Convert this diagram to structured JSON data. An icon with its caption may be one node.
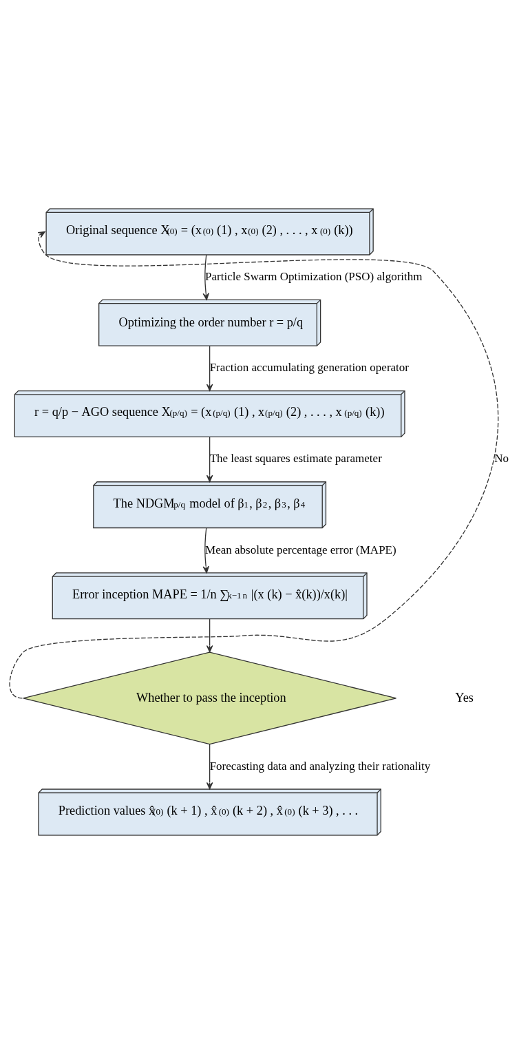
{
  "diagram": {
    "nodes": [
      {
        "text": [
          "Original sequence X$^{(0)}$ = (x$^{(0)}$ (1) , x$^{(0)}$ (2) , . . . , x$^{(0)}$ (k))"
        ]
      },
      {
        "text": [
          "Optimizing the order number r = p/q"
        ]
      },
      {
        "text": [
          "r = q/p − AGO sequence X$^{(p/q)}$ = (x$^{(p/q)}$ (1) , x$^{(p/q)}$ (2) , . . . , x$^{(p/q)}$ (k))"
        ]
      },
      {
        "text": [
          "The NDGM$^{p/q}$ model of β$_{1}$, β$_{2}$, β$_{3}$, β$_{4}$"
        ]
      },
      {
        "text": [
          "Error inception MAPE = 1/n ∑$_{k−1}$$^{n}$ |(x (k) − x̂(k))/x(k)|"
        ]
      },
      {
        "text": [
          "Whether to pass the inception"
        ]
      },
      {
        "text": [
          "Prediction values x̂$^{(0)}$ (k + 1) , x̂$^{(0)}$ (k + 2) , x̂$^{(0)}$ (k + 3) , . . ."
        ]
      }
    ],
    "edges": [
      {
        "from": 0,
        "to": 1,
        "arrow": "to",
        "label": "Particle Swarm Optimization (PSO) algorithm"
      },
      {
        "from": 1,
        "to": 2,
        "arrow": "to",
        "label": "Fraction accumulating generation operator"
      },
      {
        "from": 2,
        "to": 3,
        "arrow": "to",
        "label": "The least squares estimate parameter"
      },
      {
        "from": 3,
        "to": 4,
        "arrow": "to",
        "label": "Mean absolute percentage error (MAPE)"
      },
      {
        "from": 4,
        "to": 5,
        "arrow": "to"
      },
      {
        "from": 5,
        "to": 6,
        "arrow": "to",
        "label": "Forecasting data and analyzing their rationality"
      },
      {
        "from": 5,
        "to": 0,
        "arrow": "to",
        "label": "No",
        "style": "dashed"
      }
    ],
    "labels": [
      "Yes"
    ]
  }
}
